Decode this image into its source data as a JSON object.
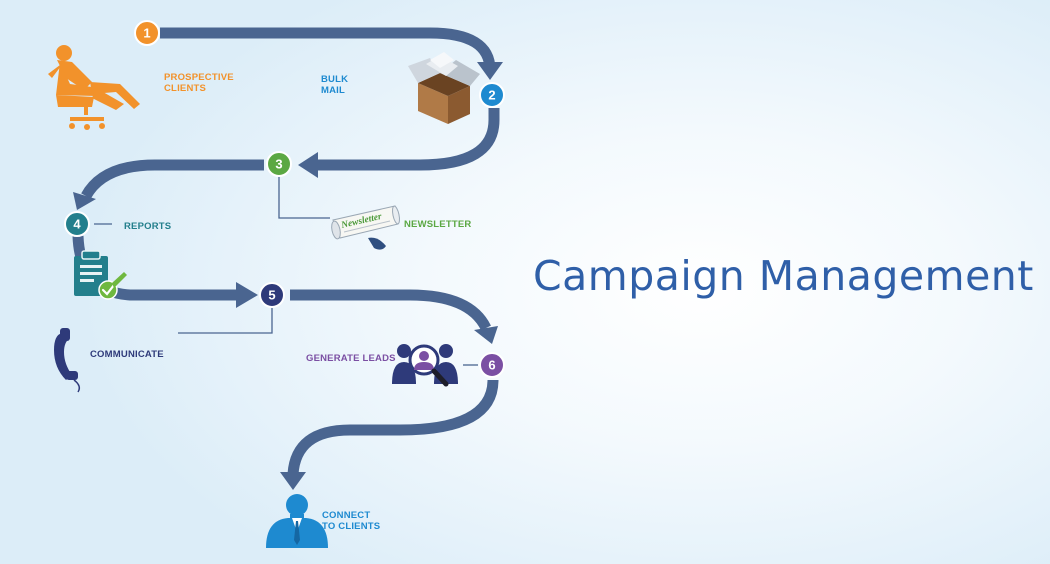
{
  "title": "Campaign Management",
  "colors": {
    "path": "#4a6590",
    "orange": "#f2922b",
    "blue": "#1e8ad0",
    "green": "#5ba843",
    "teal": "#237f8c",
    "navy": "#2e3a7a",
    "purple": "#7b4fa3"
  },
  "steps": [
    {
      "number": "1",
      "label": "PROSPECTIVE\nCLIENTS",
      "icon": "sitting-person-icon"
    },
    {
      "number": "2",
      "label": "BULK\nMAIL",
      "icon": "open-box-icon"
    },
    {
      "number": "3",
      "label": "NEWSLETTER",
      "icon": "newsletter-scroll-icon",
      "icon_text": "Newsletter"
    },
    {
      "number": "4",
      "label": "REPORTS",
      "icon": "clipboard-check-icon"
    },
    {
      "number": "5",
      "label": "COMMUNICATE",
      "icon": "telephone-handset-icon"
    },
    {
      "number": "6",
      "label": "GENERATE LEADS",
      "icon": "people-magnifier-icon"
    }
  ],
  "final": {
    "label": "CONNECT\nTO CLIENTS",
    "icon": "business-person-icon"
  }
}
